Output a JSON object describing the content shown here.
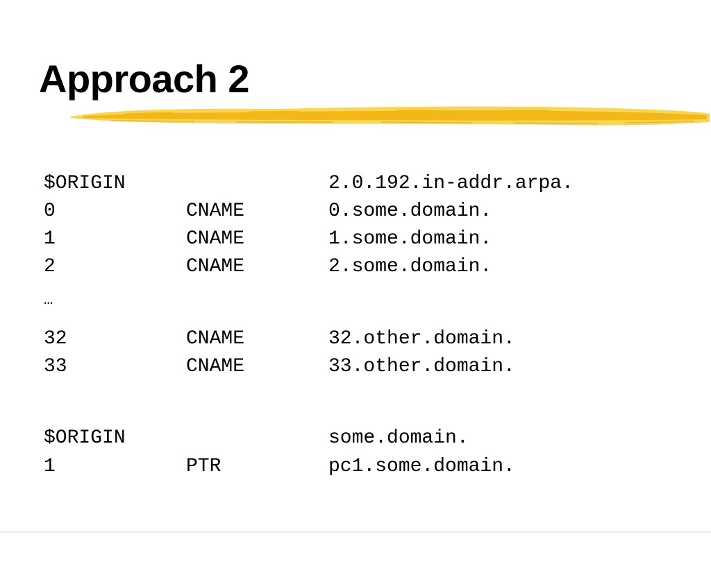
{
  "slide": {
    "title": "Approach 2",
    "accent_color": "#f2c21b",
    "ellipsis": "…",
    "records": [
      [
        "$ORIGIN",
        "",
        "2.0.192.in-addr.arpa."
      ],
      [
        "0",
        "CNAME",
        "0.some.domain."
      ],
      [
        "1",
        "CNAME",
        "1.some.domain."
      ],
      [
        "2",
        "CNAME",
        "2.some.domain."
      ],
      [
        "32",
        "CNAME",
        "32.other.domain."
      ],
      [
        "33",
        "CNAME",
        "33.other.domain."
      ],
      [
        "$ORIGIN",
        "",
        "some.domain."
      ],
      [
        "1",
        "PTR",
        "pc1.some.domain."
      ]
    ]
  }
}
